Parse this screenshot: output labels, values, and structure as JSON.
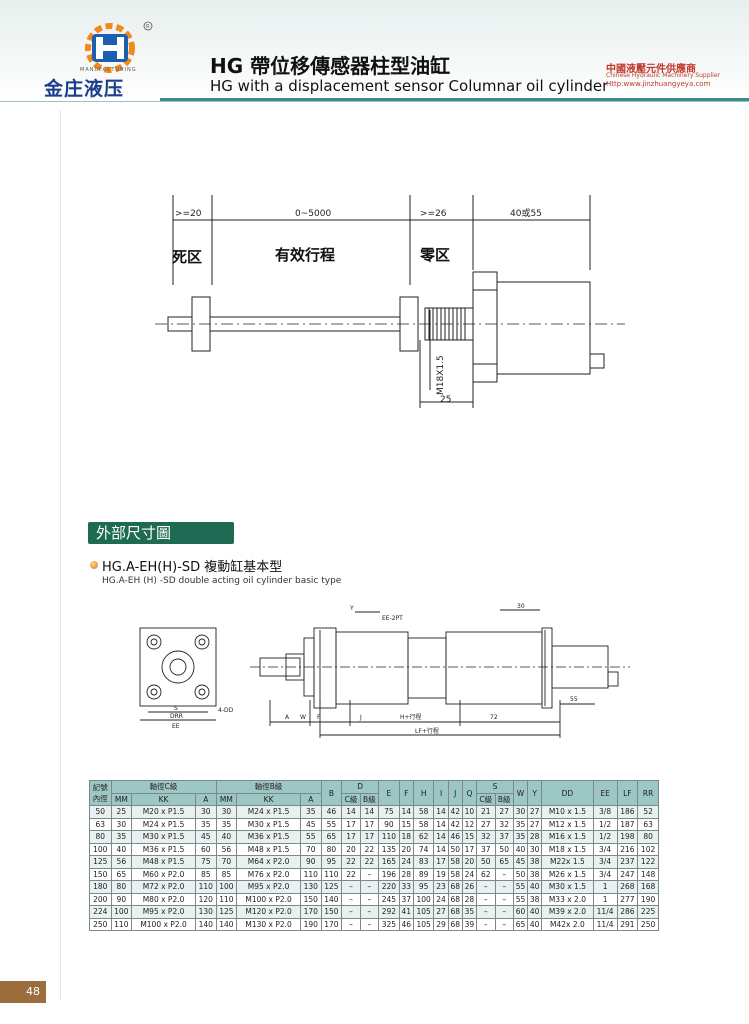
{
  "header": {
    "logo_text": "金庄液压",
    "logo_sub": "MANUFACTURING",
    "title_cn": "HG 帶位移傳感器柱型油缸",
    "title_en": "HG with a displacement sensor Columnar oil cylinder",
    "supplier_cn": "中國液壓元件供應商",
    "supplier_en": "Chinese Hydraulic Machinery Supplier",
    "supplier_url": "Http:www.jinzhuangyeya.com"
  },
  "top_drawing": {
    "dim_dead": ">=20",
    "dim_stroke": "0~5000",
    "dim_zero": ">=26",
    "dim_head": "40或55",
    "label_dead": "死区",
    "label_stroke": "有效行程",
    "label_zero": "零区",
    "thread": "M18X1.5",
    "dim_25": "25"
  },
  "section": {
    "title": "外部尺寸圖",
    "sub_cn": "HG.A-EH(H)-SD 複動缸基本型",
    "sub_en": "HG.A-EH (H) -SD double acting oil cylinder basic type"
  },
  "bottom_drawing": {
    "lbl_y": "Y",
    "lbl_ee": "EE-2PT",
    "lbl_30": "30",
    "lbl_55": "55",
    "lbl_a": "A",
    "lbl_w": "W",
    "lbl_f": "F",
    "lbl_j": "J",
    "lbl_h": "H+行程",
    "lbl_72": "72",
    "lbl_lf": "LF+行程",
    "lbl_s": "S",
    "lbl_drr": "DRR",
    "lbl_ee2": "EE",
    "lbl_4q": "4-DD"
  },
  "table": {
    "corner_top": "記號",
    "corner_bottom": "內徑",
    "group_c": "軸徑C級",
    "group_b": "軸徑B級",
    "col_b": "B",
    "col_d": "D",
    "col_e": "E",
    "col_f": "F",
    "col_h": "H",
    "col_i": "I",
    "col_j": "J",
    "col_q": "Q",
    "col_s": "S",
    "col_w": "W",
    "col_y": "Y",
    "col_dd": "DD",
    "col_ee": "EE",
    "col_lf": "LF",
    "col_rr": "RR",
    "sub_mm": "MM",
    "sub_kk": "KK",
    "sub_a": "A",
    "sub_cgrade": "C級",
    "sub_bgrade": "B級",
    "rows": [
      [
        "50",
        "25",
        "M20 x P1.5",
        "30",
        "30",
        "M24 x P1.5",
        "35",
        "46",
        "14",
        "14",
        "75",
        "14",
        "58",
        "14",
        "42",
        "10",
        "21",
        "27",
        "30",
        "27",
        "M10 x 1.5",
        "3/8",
        "186",
        "52"
      ],
      [
        "63",
        "30",
        "M24 x P1.5",
        "35",
        "35",
        "M30 x P1.5",
        "45",
        "55",
        "17",
        "17",
        "90",
        "15",
        "58",
        "14",
        "42",
        "12",
        "27",
        "32",
        "35",
        "27",
        "M12 x 1.5",
        "1/2",
        "187",
        "63"
      ],
      [
        "80",
        "35",
        "M30 x P1.5",
        "45",
        "40",
        "M36 x P1.5",
        "55",
        "65",
        "17",
        "17",
        "110",
        "18",
        "62",
        "14",
        "46",
        "15",
        "32",
        "37",
        "35",
        "28",
        "M16 x 1.5",
        "1/2",
        "198",
        "80"
      ],
      [
        "100",
        "40",
        "M36 x P1.5",
        "60",
        "56",
        "M48 x P1.5",
        "70",
        "80",
        "20",
        "22",
        "135",
        "20",
        "74",
        "14",
        "50",
        "17",
        "37",
        "50",
        "40",
        "30",
        "M18 x 1.5",
        "3/4",
        "216",
        "102"
      ],
      [
        "125",
        "56",
        "M48 x P1.5",
        "75",
        "70",
        "M64 x P2.0",
        "90",
        "95",
        "22",
        "22",
        "165",
        "24",
        "83",
        "17",
        "58",
        "20",
        "50",
        "65",
        "45",
        "38",
        "M22x 1.5",
        "3/4",
        "237",
        "122"
      ],
      [
        "150",
        "65",
        "M60 x P2.0",
        "85",
        "85",
        "M76 x P2.0",
        "110",
        "110",
        "22",
        "–",
        "196",
        "28",
        "89",
        "19",
        "58",
        "24",
        "62",
        "–",
        "50",
        "38",
        "M26 x 1.5",
        "3/4",
        "247",
        "148"
      ],
      [
        "180",
        "80",
        "M72 x P2.0",
        "110",
        "100",
        "M95 x P2.0",
        "130",
        "125",
        "–",
        "–",
        "220",
        "33",
        "95",
        "23",
        "68",
        "26",
        "–",
        "–",
        "55",
        "40",
        "M30 x 1.5",
        "1",
        "268",
        "168"
      ],
      [
        "200",
        "90",
        "M80 x P2.0",
        "120",
        "110",
        "M100 x P2.0",
        "150",
        "140",
        "–",
        "–",
        "245",
        "37",
        "100",
        "24",
        "68",
        "28",
        "–",
        "–",
        "55",
        "38",
        "M33 x 2.0",
        "1",
        "277",
        "190"
      ],
      [
        "224",
        "100",
        "M95 x P2.0",
        "130",
        "125",
        "M120 x P2.0",
        "170",
        "150",
        "–",
        "–",
        "292",
        "41",
        "105",
        "27",
        "68",
        "35",
        "–",
        "–",
        "60",
        "40",
        "M39 x 2.0",
        "11/4",
        "286",
        "225"
      ],
      [
        "250",
        "110",
        "M100 x P2.0",
        "140",
        "140",
        "M130 x P2.0",
        "190",
        "170",
        "–",
        "–",
        "325",
        "46",
        "105",
        "29",
        "68",
        "39",
        "–",
        "–",
        "65",
        "40",
        "M42x 2.0",
        "11/4",
        "291",
        "250"
      ]
    ]
  },
  "footer": {
    "page_number": "48"
  },
  "colors": {
    "brand_blue": "#1c3d8a",
    "section_green": "#1f6a52",
    "table_header": "#9dc7c4",
    "supplier_red": "#c0392b"
  }
}
